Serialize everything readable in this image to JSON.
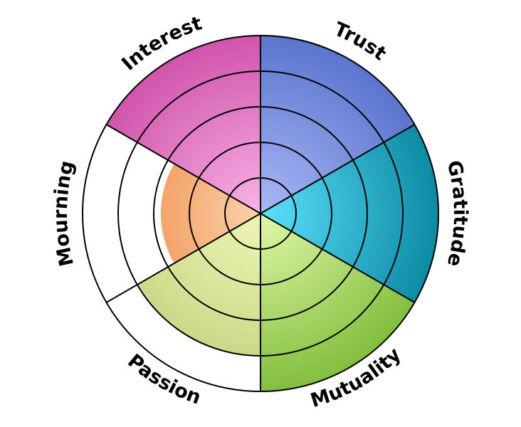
{
  "chart_data": {
    "type": "radial",
    "max_level": 5,
    "grid": true,
    "segments": [
      {
        "name": "Trust",
        "value": 5,
        "color_inner": "#aab8f4",
        "color_outer": "#5b75cf"
      },
      {
        "name": "Gratitude",
        "value": 5,
        "color_inner": "#5ae2fa",
        "color_outer": "#0d8ba5"
      },
      {
        "name": "Mutuality",
        "value": 5,
        "color_inner": "#e2f8a8",
        "color_outer": "#82bf3e"
      },
      {
        "name": "Passion",
        "value": 4,
        "color_inner": "#eef6b4",
        "color_outer": "#c3d17e"
      },
      {
        "name": "Mourning",
        "value": 2.8,
        "color_inner": "#fbd2ad",
        "color_outer": "#ee7f33"
      },
      {
        "name": "Interest",
        "value": 5,
        "color_inner": "#f8b3e6",
        "color_outer": "#d154ac"
      }
    ]
  }
}
